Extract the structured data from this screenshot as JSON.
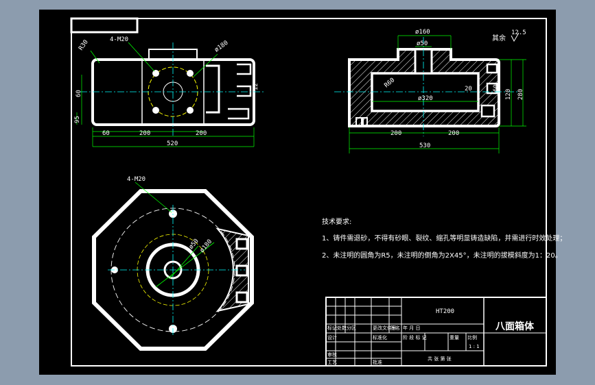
{
  "colors": {
    "background": "#8c9cae",
    "canvas": "#000000",
    "line_white": "#ffffff",
    "line_cyan": "#00ffff",
    "line_green": "#00ff00",
    "line_yellow": "#ffff00"
  },
  "front_view": {
    "hole_label": "4-M20",
    "radius_label": "R30",
    "dia_label": "ø180",
    "dims": {
      "d60": "60",
      "d200a": "200",
      "d200b": "200",
      "d520": "520",
      "dv60": "60",
      "dv95": "95",
      "d12": "12"
    }
  },
  "side_view": {
    "dia160": "ø160",
    "dia50": "ø50",
    "dia320": "ø320",
    "roughness": "其余",
    "roughness_value": "12.5",
    "r_label": "R60",
    "dims": {
      "d20": "20",
      "d200a": "200",
      "d200b": "200",
      "d530": "530",
      "dv120": "120",
      "dv280": "280",
      "d60": "60"
    }
  },
  "top_view": {
    "hole_label": "4-M20",
    "dia50": "ø50",
    "dia180": "ø180"
  },
  "notes": {
    "title": "技术要求:",
    "line1": "1、铸件需退砂，不得有砂眼、裂纹、缩孔等明显铸造缺陷，并需进行时效处理；",
    "line2": "2、未注明的圆角为R5，未注明的倒角为2X45°，未注明的拔模斜度为1：20。"
  },
  "title_block": {
    "material": "HT200",
    "part_name": "八面箱体",
    "cells": {
      "mark": "标记",
      "count": "处数",
      "zone": "分区",
      "change_doc": "更改文件号",
      "sign": "签名",
      "date": "年 月 日",
      "design": "设计",
      "standardize": "标准化",
      "review": "审核",
      "process": "工艺",
      "approve": "批准",
      "stage": "阶 段 标 记",
      "weight": "重量",
      "scale": "比例",
      "scale_value": "1 : 1",
      "sheets": "共  张  第  张"
    }
  }
}
